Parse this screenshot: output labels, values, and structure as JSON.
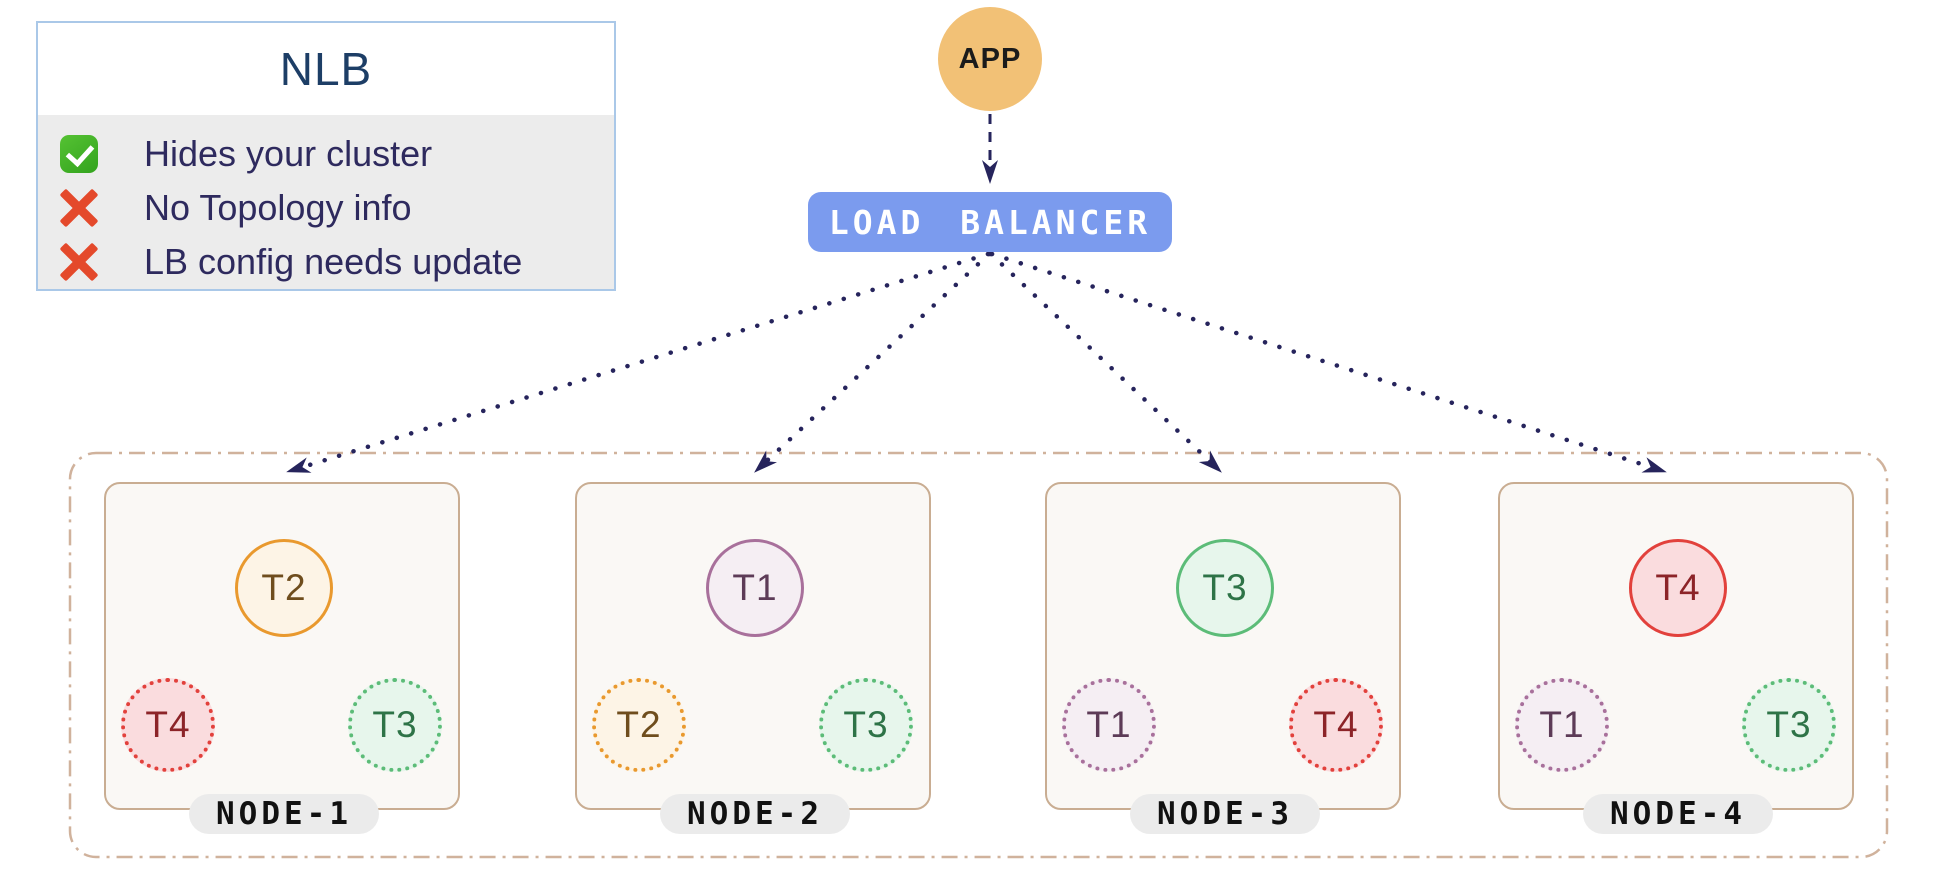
{
  "legend": {
    "title": "NLB",
    "items": [
      {
        "icon": "check-icon",
        "type": "check",
        "text": "Hides your cluster"
      },
      {
        "icon": "cross-icon",
        "type": "cross",
        "text": "No Topology info"
      },
      {
        "icon": "cross-icon",
        "type": "cross",
        "text": "LB config needs update"
      }
    ]
  },
  "app": {
    "label": "APP"
  },
  "load_balancer": {
    "label": "LOAD BALANCER"
  },
  "cluster": {
    "nodes": [
      {
        "name": "NODE-1",
        "pods": [
          {
            "label": "T2",
            "type": "t2",
            "style": "solid",
            "position": "top"
          },
          {
            "label": "T4",
            "type": "t4",
            "style": "dotted",
            "position": "bottom-left"
          },
          {
            "label": "T3",
            "type": "t3",
            "style": "dotted",
            "position": "bottom-right"
          }
        ]
      },
      {
        "name": "NODE-2",
        "pods": [
          {
            "label": "T1",
            "type": "t1",
            "style": "solid",
            "position": "top"
          },
          {
            "label": "T2",
            "type": "t2",
            "style": "dotted",
            "position": "bottom-left"
          },
          {
            "label": "T3",
            "type": "t3",
            "style": "dotted",
            "position": "bottom-right"
          }
        ]
      },
      {
        "name": "NODE-3",
        "pods": [
          {
            "label": "T3",
            "type": "t3",
            "style": "solid",
            "position": "top"
          },
          {
            "label": "T1",
            "type": "t1",
            "style": "dotted",
            "position": "bottom-left"
          },
          {
            "label": "T4",
            "type": "t4",
            "style": "dotted",
            "position": "bottom-right"
          }
        ]
      },
      {
        "name": "NODE-4",
        "pods": [
          {
            "label": "T4",
            "type": "t4",
            "style": "solid",
            "position": "top"
          },
          {
            "label": "T1",
            "type": "t1",
            "style": "dotted",
            "position": "bottom-left"
          },
          {
            "label": "T3",
            "type": "t3",
            "style": "dotted",
            "position": "bottom-right"
          }
        ]
      }
    ]
  },
  "colors": {
    "arrow_navy": "#26245c",
    "lb_blue": "#7b9bee",
    "app_orange": "#f2c176",
    "node_border_tan": "#c9ad92",
    "node_fill": "#faf8f5",
    "cluster_dash_tan": "#d0b29c",
    "legend_border_blue": "#aac8e8",
    "legend_body_gray": "#ececec",
    "legend_title_navy": "#1d3e66",
    "legend_text_indigo": "#2e2a5e",
    "check_green": "#43b329",
    "cross_red": "#e4492b",
    "pill_gray": "#ebebeb",
    "pods": {
      "t1": {
        "border": "#a8709b",
        "fill": "#f5eef3",
        "text": "#5d3b57"
      },
      "t2": {
        "border": "#e9992e",
        "fill": "#fdf4e6",
        "text": "#6f4d1d"
      },
      "t3": {
        "border": "#5cbc78",
        "fill": "#e7f6ec",
        "text": "#2e7347"
      },
      "t4": {
        "border": "#e2413c",
        "fill": "#fadcde",
        "text": "#8c2428"
      }
    }
  }
}
